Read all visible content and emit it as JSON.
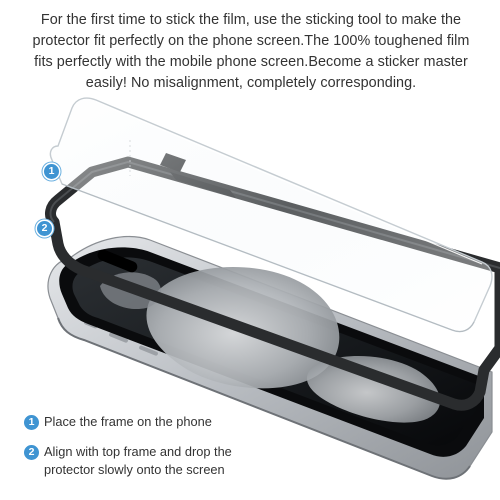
{
  "intro": {
    "line1": "For the first time to stick the film, use the sticking tool to make the",
    "line2": "protector fit perfectly on the phone screen.The 100% toughened film",
    "line3": "fits perfectly with the mobile phone screen.Become a sticker master",
    "line4": "easily! No misalignment, completely corresponding."
  },
  "callouts": [
    {
      "number": "2"
    },
    {
      "number": "1"
    }
  ],
  "steps": [
    {
      "number": "1",
      "line1": "Place the frame on the phone"
    },
    {
      "number": "2",
      "line1": "Align with top frame and drop the",
      "line2": "protector slowly onto the screen"
    }
  ],
  "colors": {
    "accent": "#3f94d2",
    "frame": "#2a2c2e",
    "phone_body": "#c9ccd0",
    "screen": "#0f1114"
  }
}
